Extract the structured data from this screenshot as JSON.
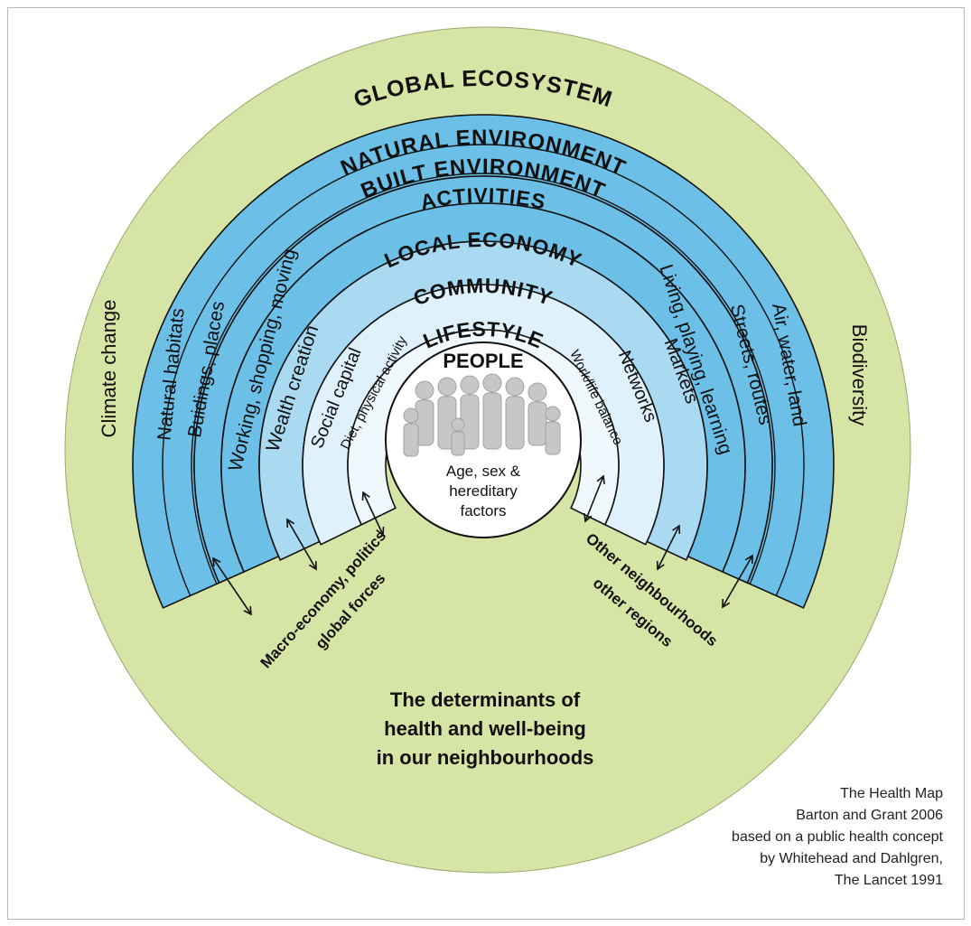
{
  "diagram": {
    "rings": {
      "global_ecosystem": "GLOBAL ECOSYSTEM",
      "natural_environment": "NATURAL ENVIRONMENT",
      "built_environment": "BUILT ENVIRONMENT",
      "activities": "ACTIVITIES",
      "local_economy": "LOCAL ECONOMY",
      "community": "COMMUNITY",
      "lifestyle": "LIFESTYLE",
      "people": "PEOPLE"
    },
    "left_labels": {
      "climate": "Climate change",
      "natural": "Natural habitats",
      "built": "Buidings, places",
      "activities": "Working, shopping, moving",
      "economy": "Wealth creation",
      "community": "Social capital",
      "lifestyle": "Diet, physical activity"
    },
    "right_labels": {
      "biodiversity": "Biodiversity",
      "natural": "Air, water, land",
      "built": "Streets, routes",
      "activities": "Living, playing, learning",
      "economy": "Markets",
      "community": "Networks",
      "lifestyle": "Work/life balance"
    },
    "people_caption": [
      "Age, sex &",
      "hereditary",
      "factors"
    ],
    "left_influence": [
      "Macro-economy, politics",
      "global forces"
    ],
    "right_influence": [
      "Other neighbourhoods",
      "other regions"
    ],
    "main_caption": [
      "The determinants of",
      "health and well-being",
      "in our neighbourhoods"
    ],
    "credit": [
      "The Health Map",
      "Barton and Grant 2006",
      "based on a public health concept",
      "by Whitehead and Dahlgren,",
      "The Lancet 1991"
    ],
    "colors": {
      "outer": "#d6e4a6",
      "band_dark": "#6cc0e8",
      "band_mid": "#a9daf2",
      "band_light": "#dff1fb",
      "center": "#ffffff",
      "stroke": "#111111"
    }
  }
}
